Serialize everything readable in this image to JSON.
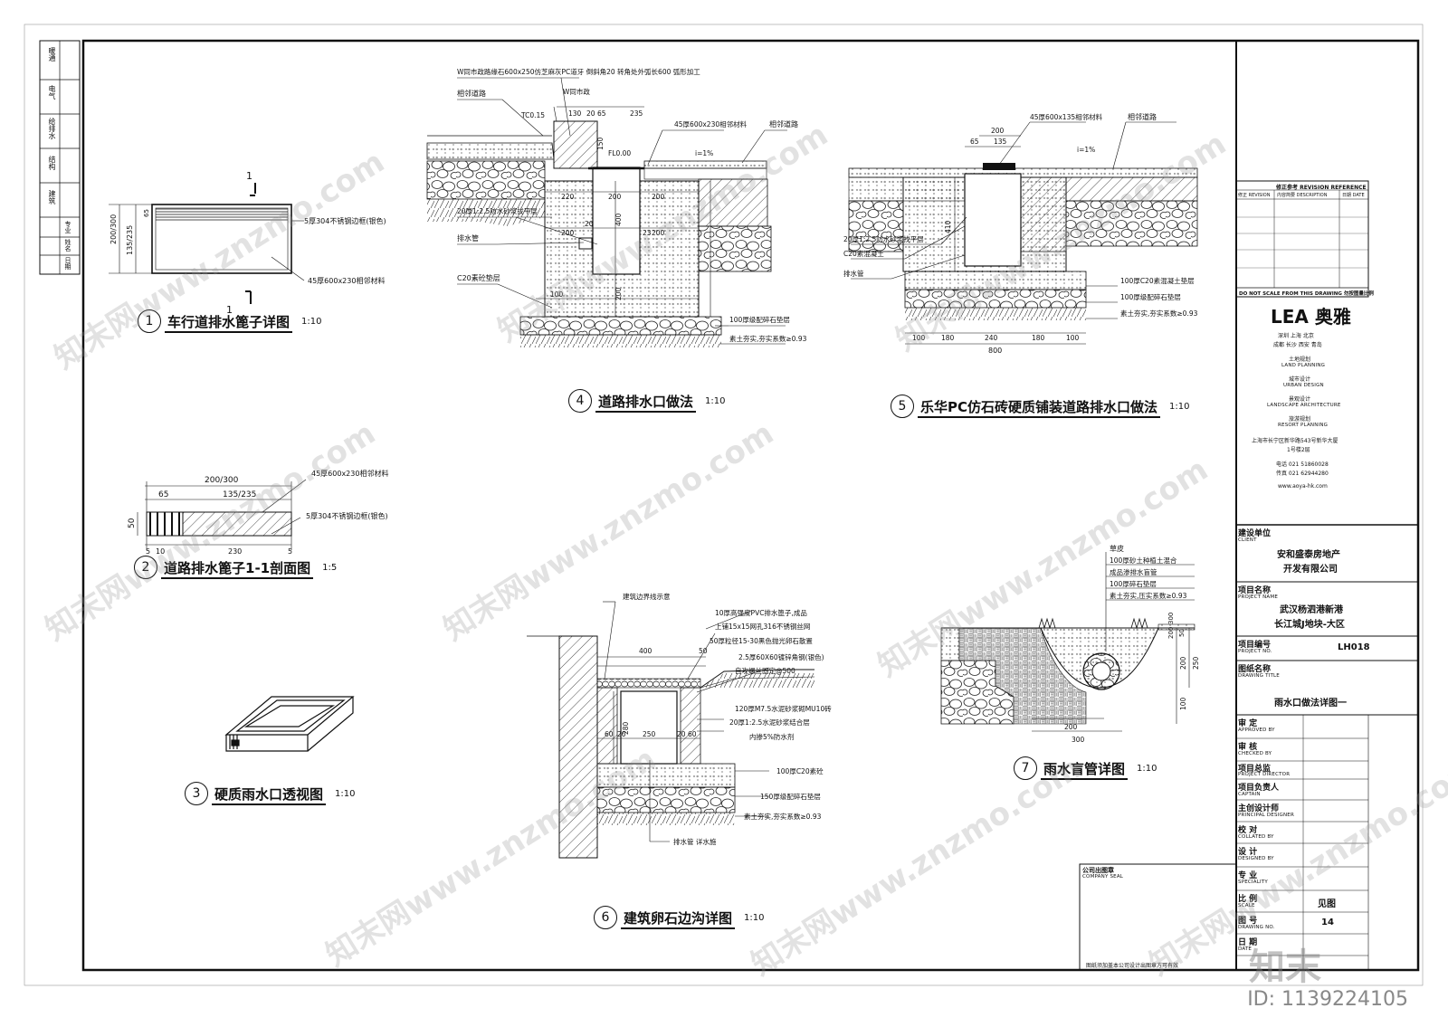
{
  "side_strip": [
    "暖通",
    "电气",
    "给排水",
    "结构",
    "建筑",
    "专业",
    "姓名",
    "日期"
  ],
  "drawings": {
    "d1": {
      "num": "1",
      "title": "车行道排水篦子详图",
      "scale": "1:10",
      "section_mark": "1",
      "notes": [
        "5厚304不锈钢边框(银色)",
        "45厚600x230相邻材料"
      ],
      "dims": [
        "200/300",
        "135/235",
        "65"
      ]
    },
    "d2": {
      "num": "2",
      "title": "道路排水篦子1-1剖面图",
      "scale": "1:5",
      "notes": [
        "45厚600x230相邻材料",
        "5厚304不锈钢边框(银色)"
      ],
      "dims": [
        "200/300",
        "65",
        "135/235",
        "50",
        "5",
        "10",
        "230",
        "5"
      ]
    },
    "d3": {
      "num": "3",
      "title": "硬质雨水口透视图",
      "scale": "1:10"
    },
    "d4": {
      "num": "4",
      "title": "道路排水口做法",
      "scale": "1:10",
      "notes": [
        "W同市政路缘石600x250仿芝麻灰PC道牙 倒斜角20 转角处外弧长600 弧形加工",
        "相邻道路",
        "45厚600x230相邻材料",
        "相邻道路",
        "20厚1:2.5防水砂浆找平层",
        "排水管",
        "C20素砼垫层",
        "100厚级配碎石垫层",
        "素土夯实,夯实系数≥0.93"
      ],
      "dims": [
        "W同市政",
        "TC0.15",
        "130",
        "20",
        "65",
        "235",
        "150",
        "FL0.00",
        "i=1%",
        "220",
        "200",
        "200",
        "400",
        "20",
        "200",
        "200",
        "23",
        "100",
        "200"
      ]
    },
    "d5": {
      "num": "5",
      "title": "乐华PC仿石砖硬质铺装道路排水口做法",
      "scale": "1:10",
      "notes": [
        "45厚600x135相邻材料",
        "相邻道路",
        "i=1%",
        "20厚1:2.5防水砂浆找平层",
        "C20素混凝土",
        "排水管",
        "100厚C20素混凝土垫层",
        "100厚级配碎石垫层",
        "素土夯实,夯实系数≥0.93"
      ],
      "dims": [
        "200",
        "65",
        "135",
        "410",
        "100",
        "180",
        "240",
        "180",
        "100",
        "800"
      ]
    },
    "d6": {
      "num": "6",
      "title": "建筑卵石边沟详图",
      "scale": "1:10",
      "notes": [
        "建筑边界线示意",
        "10厚高强度PVC排水篦子,成品",
        "上铺15x15网孔316不锈钢丝网",
        "50厚粒径15-30黑色抛光卵石散置",
        "2.5厚60X60镀锌角钢(银色)",
        "自攻螺丝固定@500",
        "120厚M7.5水泥砂浆砌MU10砖",
        "20厚1:2.5水泥砂浆结合层",
        "内掺5%防水剂",
        "100厚C20素砼",
        "150厚级配碎石垫层",
        "素土夯实,夯实系数≥0.93",
        "排水管 详水施"
      ],
      "dims": [
        "400",
        "50",
        "60",
        "20",
        "250",
        "280",
        "20",
        "60"
      ]
    },
    "d7": {
      "num": "7",
      "title": "雨水盲管详图",
      "scale": "1:10",
      "notes": [
        "草皮",
        "100厚砂土种植土混合",
        "成品渗排水盲管",
        "100厚碎石垫层",
        "素土夯实,压实系数≥0.93"
      ],
      "dims": [
        "200",
        "300",
        "50",
        "200",
        "250",
        "100",
        "200",
        "300"
      ]
    }
  },
  "title_block": {
    "revision_header": "修正参考  REVISION REFERENCE",
    "revision_cols": [
      "修正 REVISION",
      "内容简要 DESCRIPTION",
      "日期 DATE"
    ],
    "do_not_scale": "DO NOT SCALE FROM THIS DRAWING  勿按图量比例",
    "logo": "LEA 奥雅",
    "cities1": "深圳 上海 北京",
    "cities2": "成都 长沙 西安 青岛",
    "services": [
      [
        "土地规划",
        "LAND PLANNING"
      ],
      [
        "城市设计",
        "URBAN DESIGN"
      ],
      [
        "景观设计",
        "LANDSCAPE ARCHITECTURE"
      ],
      [
        "旅游规划",
        "RESORT PLANNING"
      ]
    ],
    "address1": "上海市长宁区新华路543号新华大厦",
    "address2": "1号楼2层",
    "tel": "电话 021 51860028",
    "fax": "传真 021 62944280",
    "web": "www.aoya-hk.com",
    "client_label": "建设单位",
    "client_en": "CLIENT",
    "client1": "安和盛泰房地产",
    "client2": "开发有限公司",
    "project_label": "项目名称",
    "project_en": "PROJECT NAME",
    "project1": "武汉杨泗港新港",
    "project2": "长江城J地块-大区",
    "projno_label": "项目编号",
    "projno_en": "PROJECT NO.",
    "projno": "LH018",
    "drawing_label": "图纸名称",
    "drawing_en": "DRAWING TITLE",
    "drawing_title": "雨水口做法详图一",
    "roles": [
      [
        "审 定",
        "APPROVED BY"
      ],
      [
        "审 核",
        "CHECKED BY"
      ],
      [
        "项目总监",
        "PROJECT DIRECTOR"
      ],
      [
        "项目负责人",
        "CAPTAIN"
      ],
      [
        "主创设计师",
        "PRINCIPAL DESIGNER"
      ],
      [
        "校 对",
        "COLLATED BY"
      ],
      [
        "设 计",
        "DESIGNED BY"
      ],
      [
        "专 业",
        "SPECIALITY"
      ],
      [
        "比 例",
        "SCALE"
      ],
      [
        "图 号",
        "DRAWING NO."
      ],
      [
        "日 期",
        "DATE"
      ]
    ],
    "scale_val": "见图",
    "drawing_no": "14",
    "company_seal": "公司出图章",
    "company_seal_en": "COMPANY SEAL",
    "seal_note": "图纸须加盖本公司设计出图章方可有效"
  },
  "watermark": "知末网www.znzmo.com",
  "image_id": "ID: 1139224105",
  "brand_wm": "知末"
}
